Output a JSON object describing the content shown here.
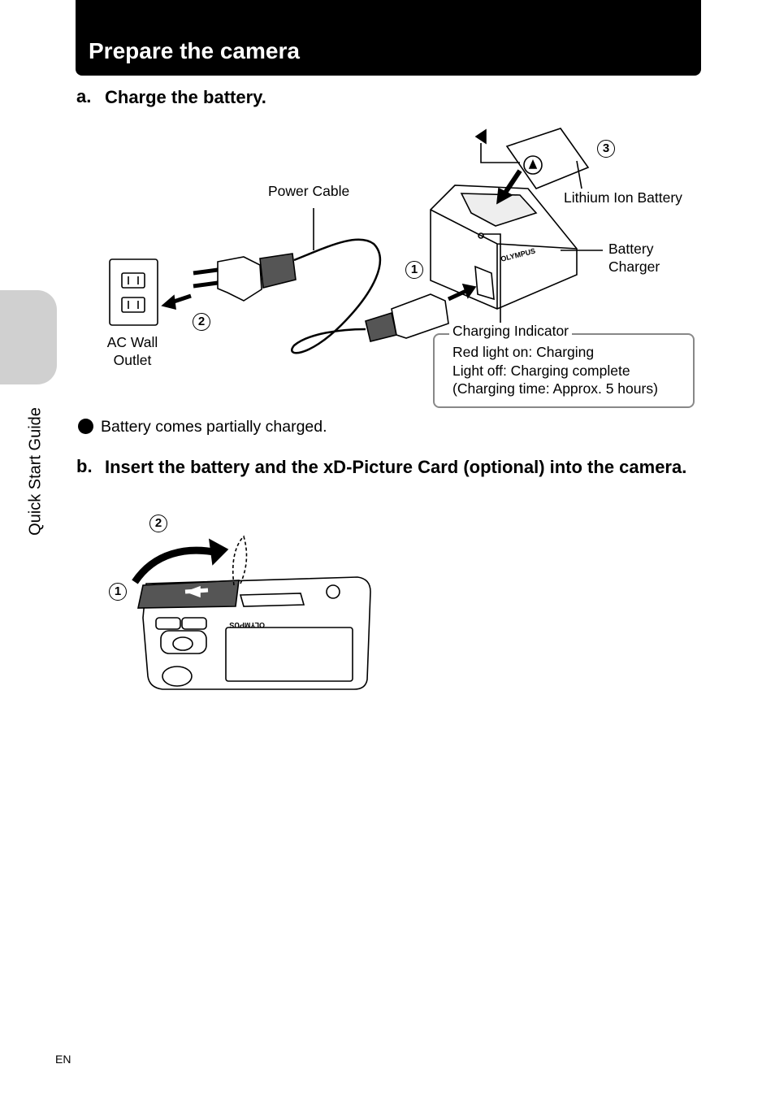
{
  "header": {
    "title": "Prepare the camera"
  },
  "sidebar": {
    "label": "Quick Start Guide"
  },
  "step_a": {
    "letter": "a.",
    "text": "Charge the battery."
  },
  "diagram_a": {
    "power_cable": "Power Cable",
    "lithium_battery": "Lithium Ion Battery",
    "battery_charger": "Battery\nCharger",
    "ac_outlet": "AC Wall\nOutlet",
    "charging_indicator": "Charging Indicator",
    "indicator_lines": [
      "Red light on: Charging",
      "Light off: Charging complete",
      "(Charging time: Approx. 5 hours)"
    ],
    "num1": "1",
    "num2": "2",
    "num3": "3",
    "brand": "OLYMPUS"
  },
  "bullet": {
    "text": "Battery comes partially charged."
  },
  "step_b": {
    "letter": "b.",
    "text": "Insert the battery and the xD-Picture Card (optional) into the camera."
  },
  "diagram_b": {
    "num1": "1",
    "num2": "2",
    "brand": "OLYMPUS"
  },
  "footer": {
    "lang": "EN"
  }
}
